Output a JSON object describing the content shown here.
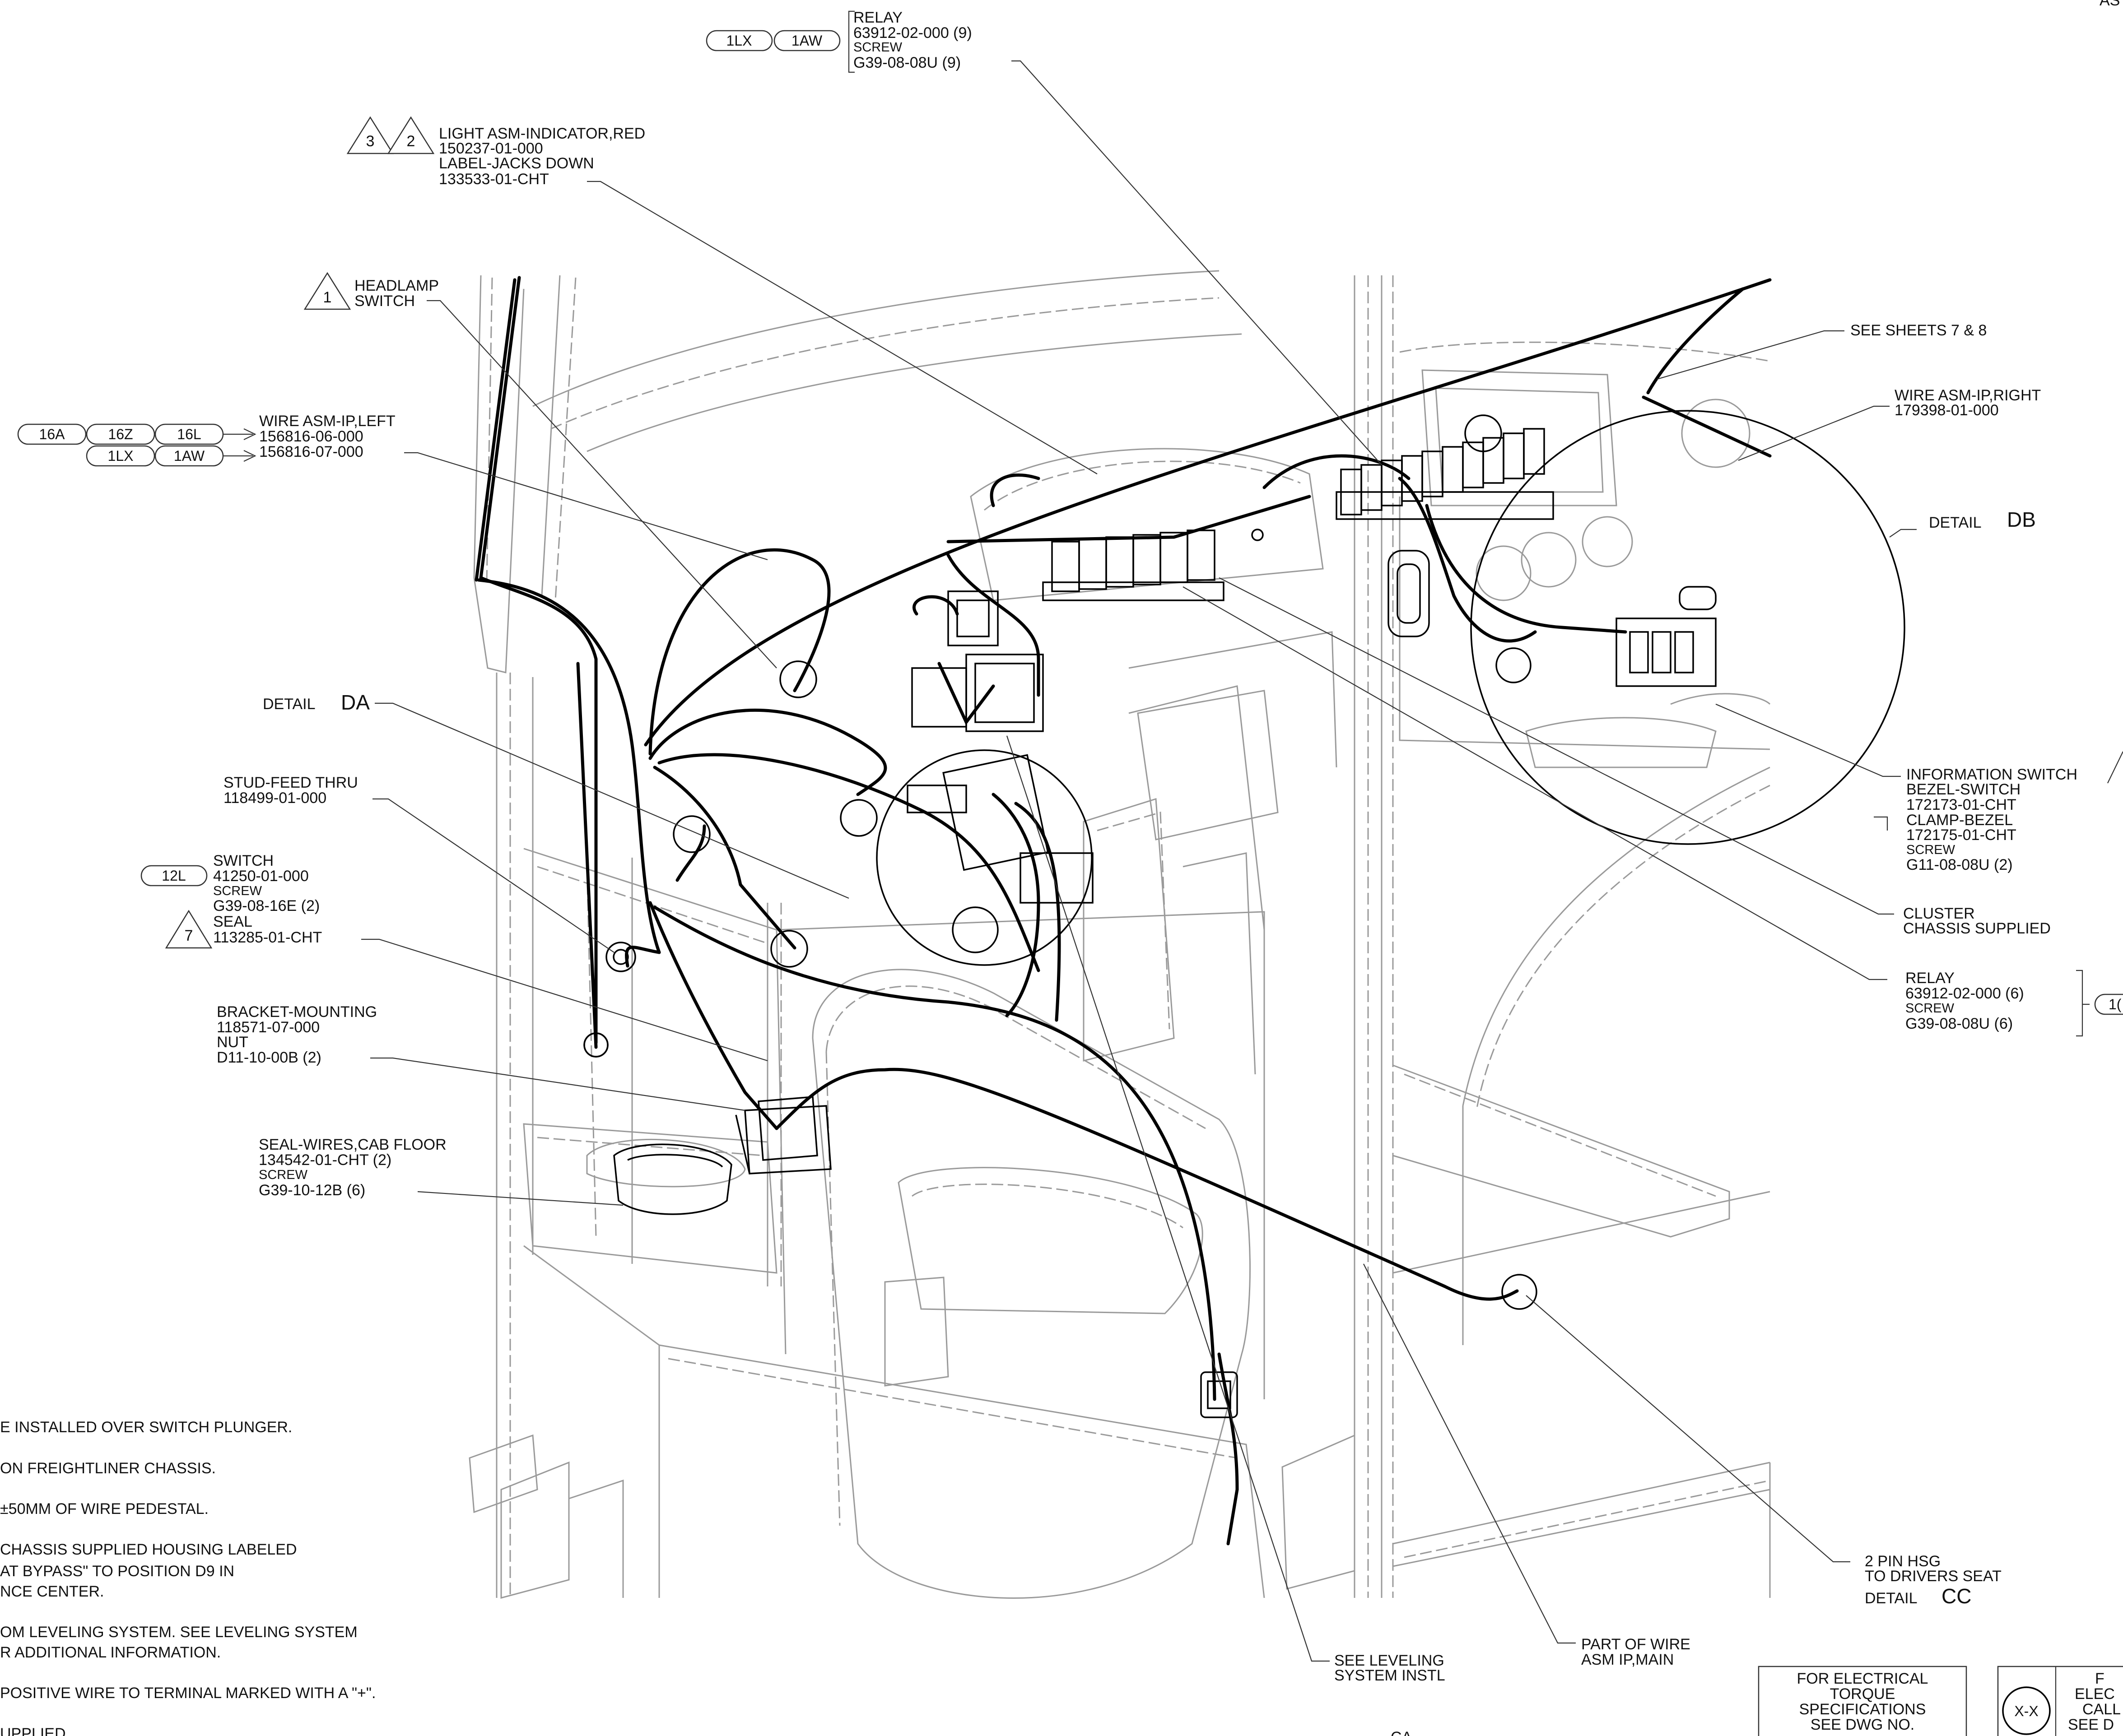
{
  "callouts": {
    "relay_top": [
      "RELAY",
      "63912-02-000 (9)",
      "SCREW",
      "G39-08-08U (9)"
    ],
    "relay_top_tags": [
      "1LX",
      "1AW"
    ],
    "light_asm": [
      "LIGHT ASM-INDICATOR,RED",
      "150237-01-000",
      "LABEL-JACKS DOWN",
      "133533-01-CHT"
    ],
    "light_asm_tris": [
      "3",
      "2"
    ],
    "headlamp": [
      "HEADLAMP",
      "SWITCH"
    ],
    "headlamp_tri": "1",
    "wire_left": [
      "WIRE ASM-IP,LEFT",
      "156816-06-000",
      "156816-07-000"
    ],
    "wire_left_tags_row1": [
      "16A",
      "16Z",
      "16L"
    ],
    "wire_left_tags_row2": [
      "1LX",
      "1AW"
    ],
    "detail_da": {
      "prefix": "DETAIL",
      "letter": "DA"
    },
    "stud": [
      "STUD-FEED THRU",
      "118499-01-000"
    ],
    "switch_seal": [
      "SWITCH",
      "41250-01-000",
      "SCREW",
      "G39-08-16E (2)",
      "SEAL",
      "113285-01-CHT"
    ],
    "switch_tag": "12L",
    "seal_tri": "7",
    "bracket": [
      "BRACKET-MOUNTING",
      "118571-07-000",
      "NUT",
      "D11-10-00B (2)"
    ],
    "seal_wires": [
      "SEAL-WIRES,CAB FLOOR",
      "134542-01-CHT (2)",
      "SCREW",
      "G39-10-12B (6)"
    ],
    "see_sheets": "SEE SHEETS 7 & 8",
    "wire_right": [
      "WIRE ASM-IP,RIGHT",
      "179398-01-000"
    ],
    "detail_db": {
      "prefix": "DETAIL",
      "letter": "DB"
    },
    "info_switch": [
      "INFORMATION SWITCH",
      "BEZEL-SWITCH",
      "172173-01-CHT",
      "CLAMP-BEZEL",
      "172175-01-CHT",
      "SCREW",
      "G11-08-08U (2)"
    ],
    "cluster": [
      "CLUSTER",
      "CHASSIS SUPPLIED"
    ],
    "relay_right": [
      "RELAY",
      "63912-02-000 (6)",
      "SCREW",
      "G39-08-08U (6)"
    ],
    "relay_right_tag": "1(",
    "two_pin": [
      "2 PIN HSG",
      "TO DRIVERS SEAT"
    ],
    "detail_cc": {
      "prefix": "DETAIL",
      "letter": "CC"
    },
    "part_of_wire": [
      "PART OF WIRE",
      "ASM IP,MAIN"
    ],
    "see_leveling": [
      "SEE LEVELING",
      "SYSTEM INSTL"
    ],
    "corner_top": "AS",
    "bottom_center": "CA"
  },
  "notes": [
    "E INSTALLED OVER SWITCH PLUNGER.",
    "ON FREIGHTLINER CHASSIS.",
    "±50MM OF WIRE PEDESTAL.",
    "CHASSIS SUPPLIED HOUSING LABELED",
    "AT BYPASS\" TO POSITION D9 IN",
    "NCE CENTER.",
    "OM LEVELING SYSTEM. SEE LEVELING SYSTEM",
    "R ADDITIONAL INFORMATION.",
    "POSITIVE WIRE TO TERMINAL MARKED WITH A \"+\".",
    "UPPLIED"
  ],
  "footer_boxes": {
    "torque": [
      "FOR ELECTRICAL",
      "TORQUE",
      "SPECIFICATIONS",
      "SEE DWG NO."
    ],
    "symbol": "X-X",
    "right": [
      "F",
      "ELEC",
      "CALL",
      "SEE D"
    ]
  }
}
